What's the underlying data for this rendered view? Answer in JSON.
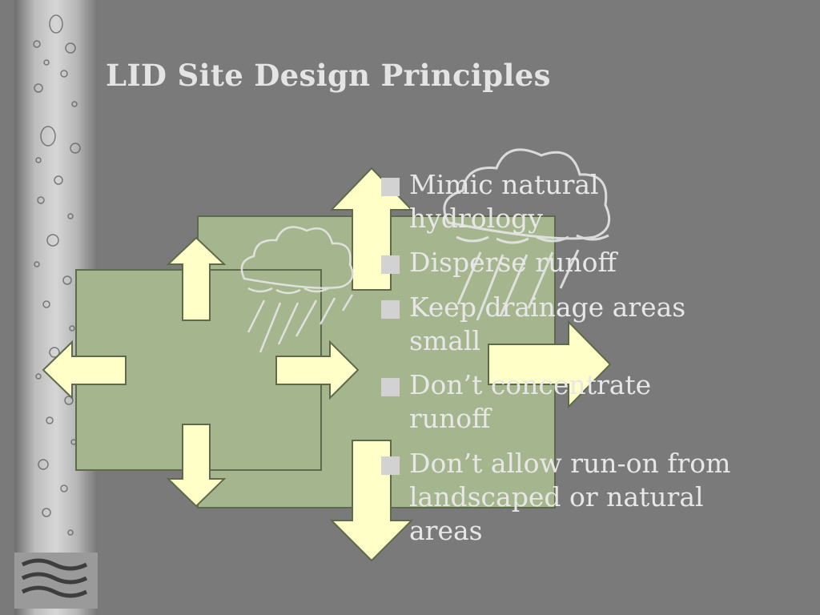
{
  "slide": {
    "title": "LID Site Design Principles"
  },
  "bullets": [
    {
      "text": "Mimic natural hydrology"
    },
    {
      "text": "Disperse runoff"
    },
    {
      "text": "Keep drainage areas small"
    },
    {
      "text": "Don’t concentrate runoff"
    },
    {
      "text": "Don’t allow run-on from landscaped or natural areas"
    }
  ],
  "colors": {
    "background": "#7a7a7a",
    "drainage_area_fill": "#a5b58d",
    "arrow_fill": "#ffffc8",
    "text": "#e7e7e7"
  },
  "icons": [
    "water-drops-strip",
    "rain-cloud-icon",
    "runoff-arrow"
  ]
}
